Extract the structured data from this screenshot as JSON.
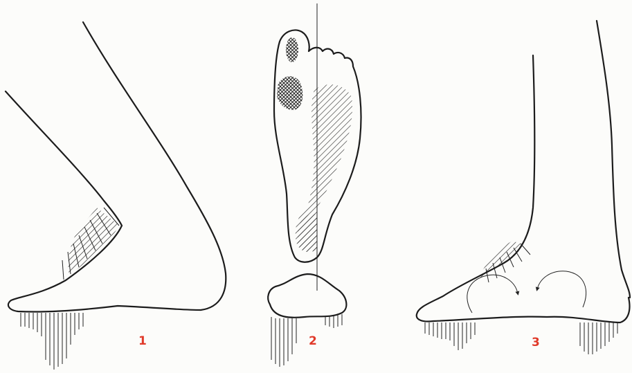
{
  "figures": [
    {
      "label": "1"
    },
    {
      "label": "2"
    },
    {
      "label": "3"
    }
  ],
  "colors": {
    "label": "#e03a2a",
    "ink": "#1c1c1c",
    "background": "#fcfcfa"
  }
}
